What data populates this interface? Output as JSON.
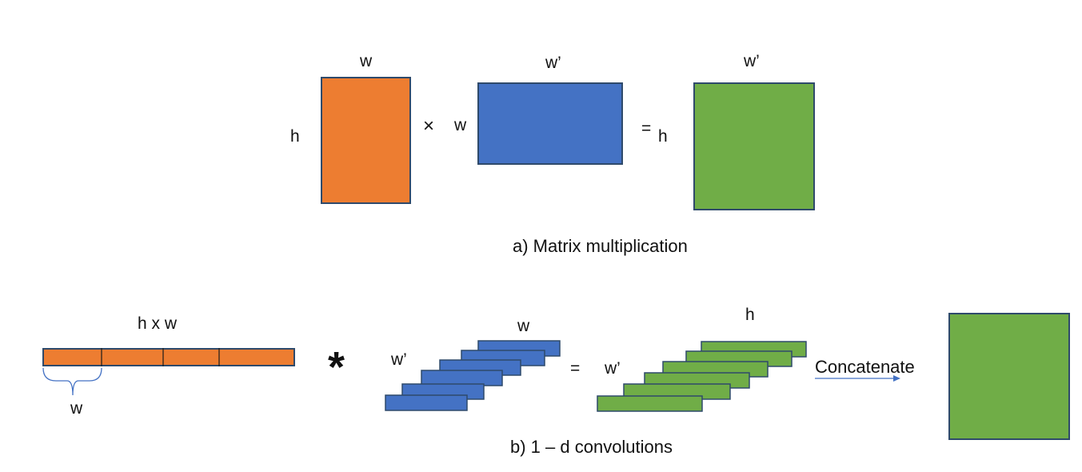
{
  "colors": {
    "orange": "#ed7d31",
    "blue": "#4472c4",
    "green": "#70ad47",
    "border": "#2f4a6b"
  },
  "part_a": {
    "orange_top": "w",
    "orange_side": "h",
    "times": "×",
    "blue_top": "w’",
    "blue_side": "w",
    "equals": "=",
    "green_side": "h",
    "green_top": "w’",
    "caption": "a) Matrix multiplication"
  },
  "part_b": {
    "strip_top": "h x w",
    "segment_label": "w",
    "conv_op": "*",
    "blue_stack_top": "w",
    "blue_stack_side": "w’",
    "equals": "=",
    "green_stack_side": "w’",
    "green_stack_top": "h",
    "arrow_label": "Concatenate",
    "caption": "b) 1 – d convolutions"
  }
}
